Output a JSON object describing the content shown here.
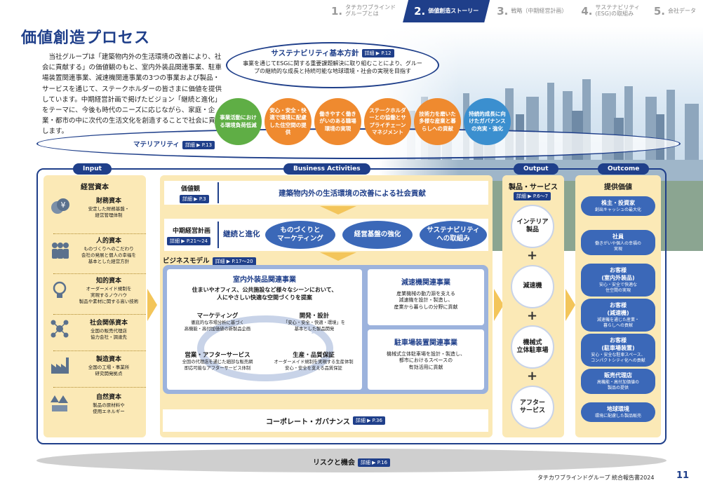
{
  "nav": [
    {
      "num": "1.",
      "label": "タチカワブラインド\nグループとは",
      "active": false
    },
    {
      "num": "2.",
      "label": "価値創造ストーリー",
      "active": true
    },
    {
      "num": "3.",
      "label": "戦略（中期経営計画）",
      "active": false
    },
    {
      "num": "4.",
      "label": "サステナビリティ\n(ESG)の取組み",
      "active": false
    },
    {
      "num": "5.",
      "label": "会社データ",
      "active": false
    }
  ],
  "title": "価値創造プロセス",
  "intro": "当社グループは「建築物内外の生活環境の改善により、社会に貢献する」の価値観のもと、室内外装品関連事業、駐車場装置関連事業、減速機関連事業の3つの事業および製品・サービスを通じて、ステークホルダーの皆さまに価値を提供しています。中期経営計画で掲げたビジョン「継続と進化」をテーマに、今後も時代のニーズに応じながら、家庭・企業・都市の中に次代の生活文化を創造することで社会に貢献します。",
  "sustainability": {
    "title": "サステナビリティ基本方針",
    "ref": "詳細 ▶ P.12",
    "body": "事業を通じてESGに関する重要課題解決に取り組むことにより、グループの継続的な成長と持続可能な地球環境・社会の実現を目指す"
  },
  "materiality": {
    "label": "マテリアリティ",
    "ref": "詳細 ▶ P.13",
    "items": [
      {
        "text": "事業活動における環境負荷低減",
        "color": "#5fae45"
      },
      {
        "text": "安心・安全・快適で環境に配慮した住空間の提供",
        "color": "#ef8a2f"
      },
      {
        "text": "働きやすく働きがいのある職場環境の実現",
        "color": "#ef8a2f"
      },
      {
        "text": "ステークホルダーとの協働とサプライチェーンマネジメント",
        "color": "#ef8a2f"
      },
      {
        "text": "技術力を磨いた多様な産業と暮らしへの貢献",
        "color": "#ef8a2f"
      },
      {
        "text": "持続的成長に向けたガバナンスの充実・強化",
        "color": "#3b8fcf"
      }
    ]
  },
  "headers": {
    "input": "Input",
    "business": "Business Activities",
    "output": "Output",
    "outcome": "Outcome"
  },
  "input": {
    "title": "経営資本",
    "items": [
      {
        "h": "財務資本",
        "s": "安定した財務基盤・\n経営管理体制",
        "icon": "yen-icon"
      },
      {
        "h": "人的資本",
        "s": "ものづくりへのこだわり\n会社の発展と個人の幸福を\n基本とした経営方針",
        "icon": "people-icon"
      },
      {
        "h": "知的資本",
        "s": "オーダーメイド規制を\n実現するノウハウ\n製品や素材に関する高い技術",
        "icon": "lightbulb-icon"
      },
      {
        "h": "社会関係資本",
        "s": "全国の販売代理店\n協力会社・調達先",
        "icon": "network-icon"
      },
      {
        "h": "製造資本",
        "s": "全国の工場・事業所\n研究開発拠点",
        "icon": "factory-icon"
      },
      {
        "h": "自然資本",
        "s": "製品の原材料や\n使用エネルギー",
        "icon": "nature-icon"
      }
    ]
  },
  "business": {
    "values_label": "価値観",
    "values_ref": "詳細 ▶ P.3",
    "values_text": "建築物内外の生活環境の改善による社会貢献",
    "plan_label": "中期経営計画",
    "plan_ref": "詳細 ▶ P.21〜24",
    "plan_theme": "継続と進化",
    "plan_items": [
      "ものづくりと\nマーケティング",
      "経営基盤の強化",
      "サステナビリティ\nへの取組み"
    ],
    "model_label": "ビジネスモデル",
    "model_ref": "詳細 ▶ P.17〜20",
    "interior": {
      "title": "室内外装品関連事業",
      "desc": "住まいやオフィス、公共施設など様々なシーンにおいて、\n人にやさしい快適な空間づくりを提案",
      "cycle": [
        {
          "h": "マーケティング",
          "s": "徹底的な市場分析に基づく\n高機能・高付加価値の新製品企画"
        },
        {
          "h": "開発・設計",
          "s": "「安心・安全・快適・環境」を\n基本とした製品開発"
        },
        {
          "h": "営業・アフターサービス",
          "s": "全国の代理店を通じた細部な販売網\n即応可能なアフターサービス体制"
        },
        {
          "h": "生産・品質保証",
          "s": "オーダーメイド規制を実現する生産体制\n安心・安全を支える品質保証"
        }
      ]
    },
    "reducer": {
      "title": "減速機関連事業",
      "desc": "産業機械の動力源を支える\n減速機を設計・製造し、\n産業から暮らしの分野に貢献"
    },
    "parking": {
      "title": "駐車場装置関連事業",
      "desc": "機械式立体駐車場を設計・製造し、\n都市におけるスペースの\n有効活用に貢献"
    },
    "governance": "コーポレート・ガバナンス",
    "governance_ref": "詳細 ▶ P.36"
  },
  "output": {
    "title": "製品・サービス",
    "ref": "詳細 ▶ P.6〜7",
    "items": [
      "インテリア\n製品",
      "減速機",
      "機械式\n立体駐車場",
      "アフター\nサービス"
    ],
    "plus": "+"
  },
  "outcome": {
    "title": "提供価値",
    "items": [
      {
        "h": "株主・投資家",
        "s": "創出キャッシュの最大化"
      },
      {
        "h": "社員",
        "s": "働きがいや個人の幸福の\n実現"
      },
      {
        "h": "お客様\n(室内外装品)",
        "s": "安心・安全で快適な\n住空間の実現"
      },
      {
        "h": "お客様\n(減速機)",
        "s": "減速機を通じた産業・\n暮らしへの貢献"
      },
      {
        "h": "お客様\n(駐車場装置)",
        "s": "安心・安全な駐車スペース、\nコンパクトシティ化への貢献"
      },
      {
        "h": "販売代理店",
        "s": "高機能・高付加価値の\n製品の提供"
      },
      {
        "h": "地球環境",
        "s": "環境に配慮した製品販売"
      }
    ]
  },
  "risk": {
    "label": "リスクと機会",
    "ref": "詳細 ▶ P.16"
  },
  "footer": "タチカワブラインドグループ 統合報告書2024",
  "page_number": "11"
}
